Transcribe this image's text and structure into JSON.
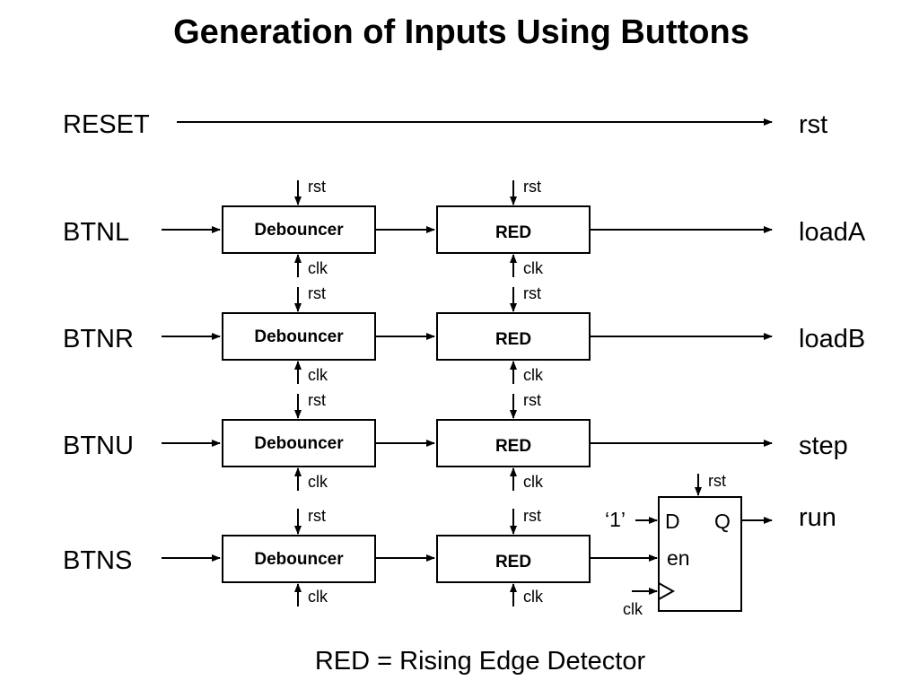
{
  "title": "Generation of Inputs Using Buttons",
  "reset": {
    "input": "RESET",
    "output": "rst"
  },
  "rows": [
    {
      "input": "BTNL",
      "output": "loadA"
    },
    {
      "input": "BTNR",
      "output": "loadB"
    },
    {
      "input": "BTNU",
      "output": "step"
    },
    {
      "input": "BTNS",
      "output": "run"
    }
  ],
  "blocks": {
    "debouncer": "Debouncer",
    "red": "RED"
  },
  "signals": {
    "rst": "rst",
    "clk": "clk"
  },
  "flipflop": {
    "d": "D",
    "q": "Q",
    "en": "en",
    "const_input": "‘1’",
    "rst": "rst",
    "clk": "clk"
  },
  "footnote": "RED = Rising Edge Detector"
}
